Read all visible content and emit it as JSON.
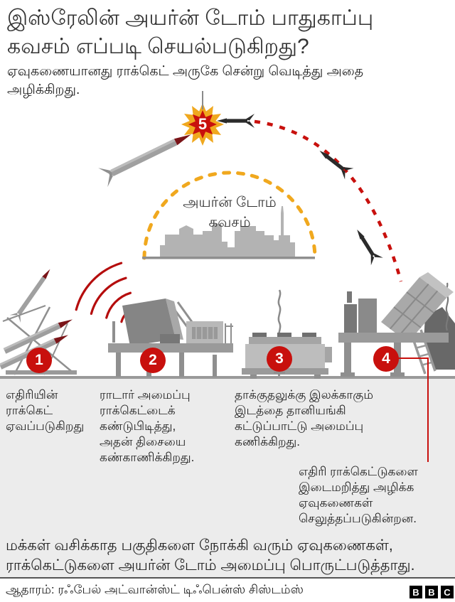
{
  "header": {
    "title": "இஸ்ரேலின் அயர்ன் டோம் பாதுகாப்பு\nகவசம் எப்படி செயல்படுகிறது?",
    "subtitle": "ஏவுகணையானது ராக்கெட் அருகே சென்று வெடித்து அதை\nஅழிக்கிறது."
  },
  "diagram": {
    "dome_label": "அயர்ன் டோம்\nகவசம்",
    "steps": [
      {
        "number": "1",
        "text": "எதிரியின்\nராக்கெட்\nஏவப்படுகிறது"
      },
      {
        "number": "2",
        "text": "ராடார் அமைப்பு\nராக்கெட்டைக்\nகண்டுபிடித்து,\nஅதன் திசையை\nகண்காணிக்கிறது."
      },
      {
        "number": "3",
        "text": "தாக்குதலுக்கு இலக்காகும்\nஇடத்தை தானியங்கி\nகட்டுப்பாட்டு அமைப்பு\nகணிக்கிறது."
      },
      {
        "number": "4",
        "text": "எதிரி ராக்கெட்டுகளை\nஇடைமறித்து அழிக்க\nஏவுகணைகள்\nசெலுத்தப்படுகின்றன."
      },
      {
        "number": "5",
        "text": ""
      }
    ]
  },
  "summary": "மக்கள் வசிக்காத பகுதிகளை நோக்கி வரும் ஏவுகணைகள்,\nராக்கெட்டுகளை அயர்ன் டோம் அமைப்பு பொருட்படுத்தாது.",
  "footer": {
    "source": "ஆதாரம்: ரஃபேல் அட்வான்ஸ்ட் டிஃபென்ஸ் சிஸ்டம்ஸ்",
    "bbc_letters": [
      "B",
      "B",
      "C"
    ]
  },
  "colors": {
    "accent_red": "#c8100d",
    "dome_orange": "#f0a81e",
    "structure_gray": "#9a9a9a",
    "band_gray": "#ececec"
  }
}
